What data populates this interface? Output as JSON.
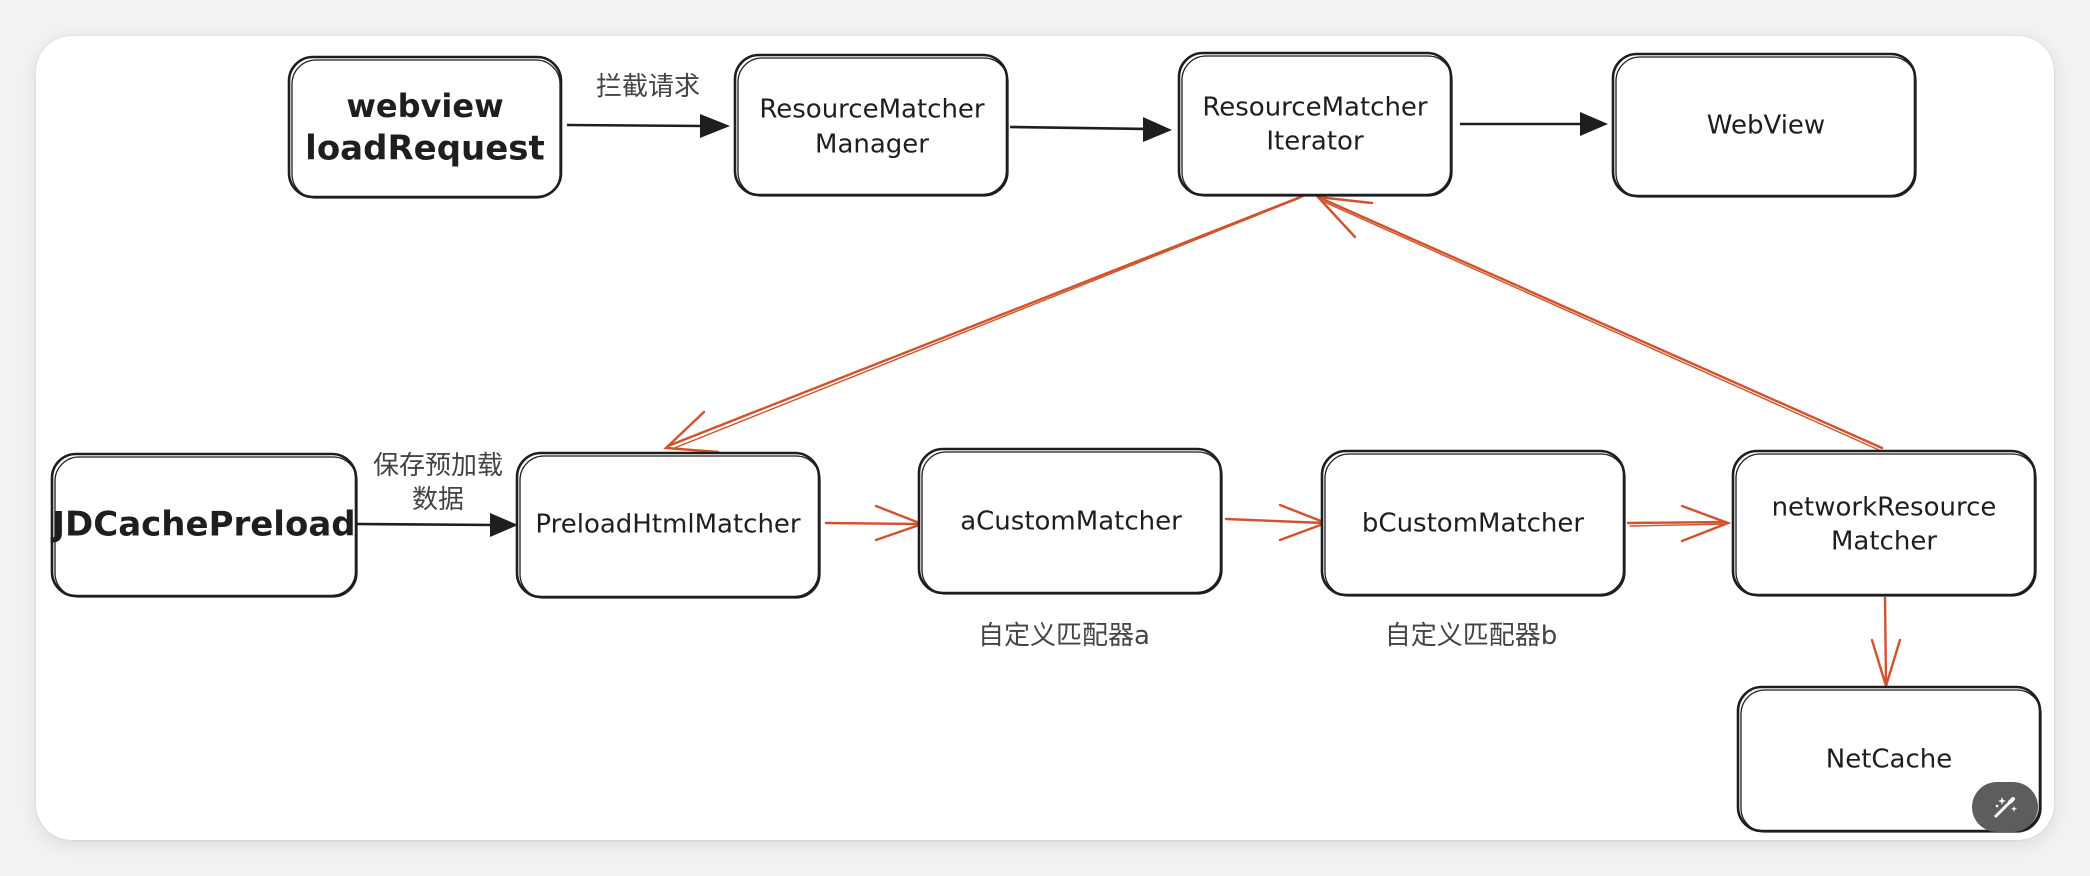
{
  "nodes": {
    "webview_load": [
      "webview",
      "loadRequest"
    ],
    "rm_manager": [
      "ResourceMatcher",
      "Manager"
    ],
    "rm_iterator": [
      "ResourceMatcher",
      "Iterator"
    ],
    "webview": [
      "WebView"
    ],
    "jdcache_preload": [
      "JDCachePreload"
    ],
    "preload_html": [
      "PreloadHtmlMatcher"
    ],
    "a_custom": [
      "aCustomMatcher"
    ],
    "b_custom": [
      "bCustomMatcher"
    ],
    "network_resource": [
      "networkResource",
      "Matcher"
    ],
    "net_cache": [
      "NetCache"
    ]
  },
  "edge_labels": {
    "intercept": "拦截请求",
    "save_preload_1": "保存预加载",
    "save_preload_2": "数据",
    "custom_a": "自定义匹配器a",
    "custom_b": "自定义匹配器b"
  },
  "colors": {
    "stroke": "#1e1e1e",
    "accent_arrow": "#d4522b",
    "label": "#444444"
  },
  "icons": {
    "magic_button": "magic-wand-icon"
  }
}
